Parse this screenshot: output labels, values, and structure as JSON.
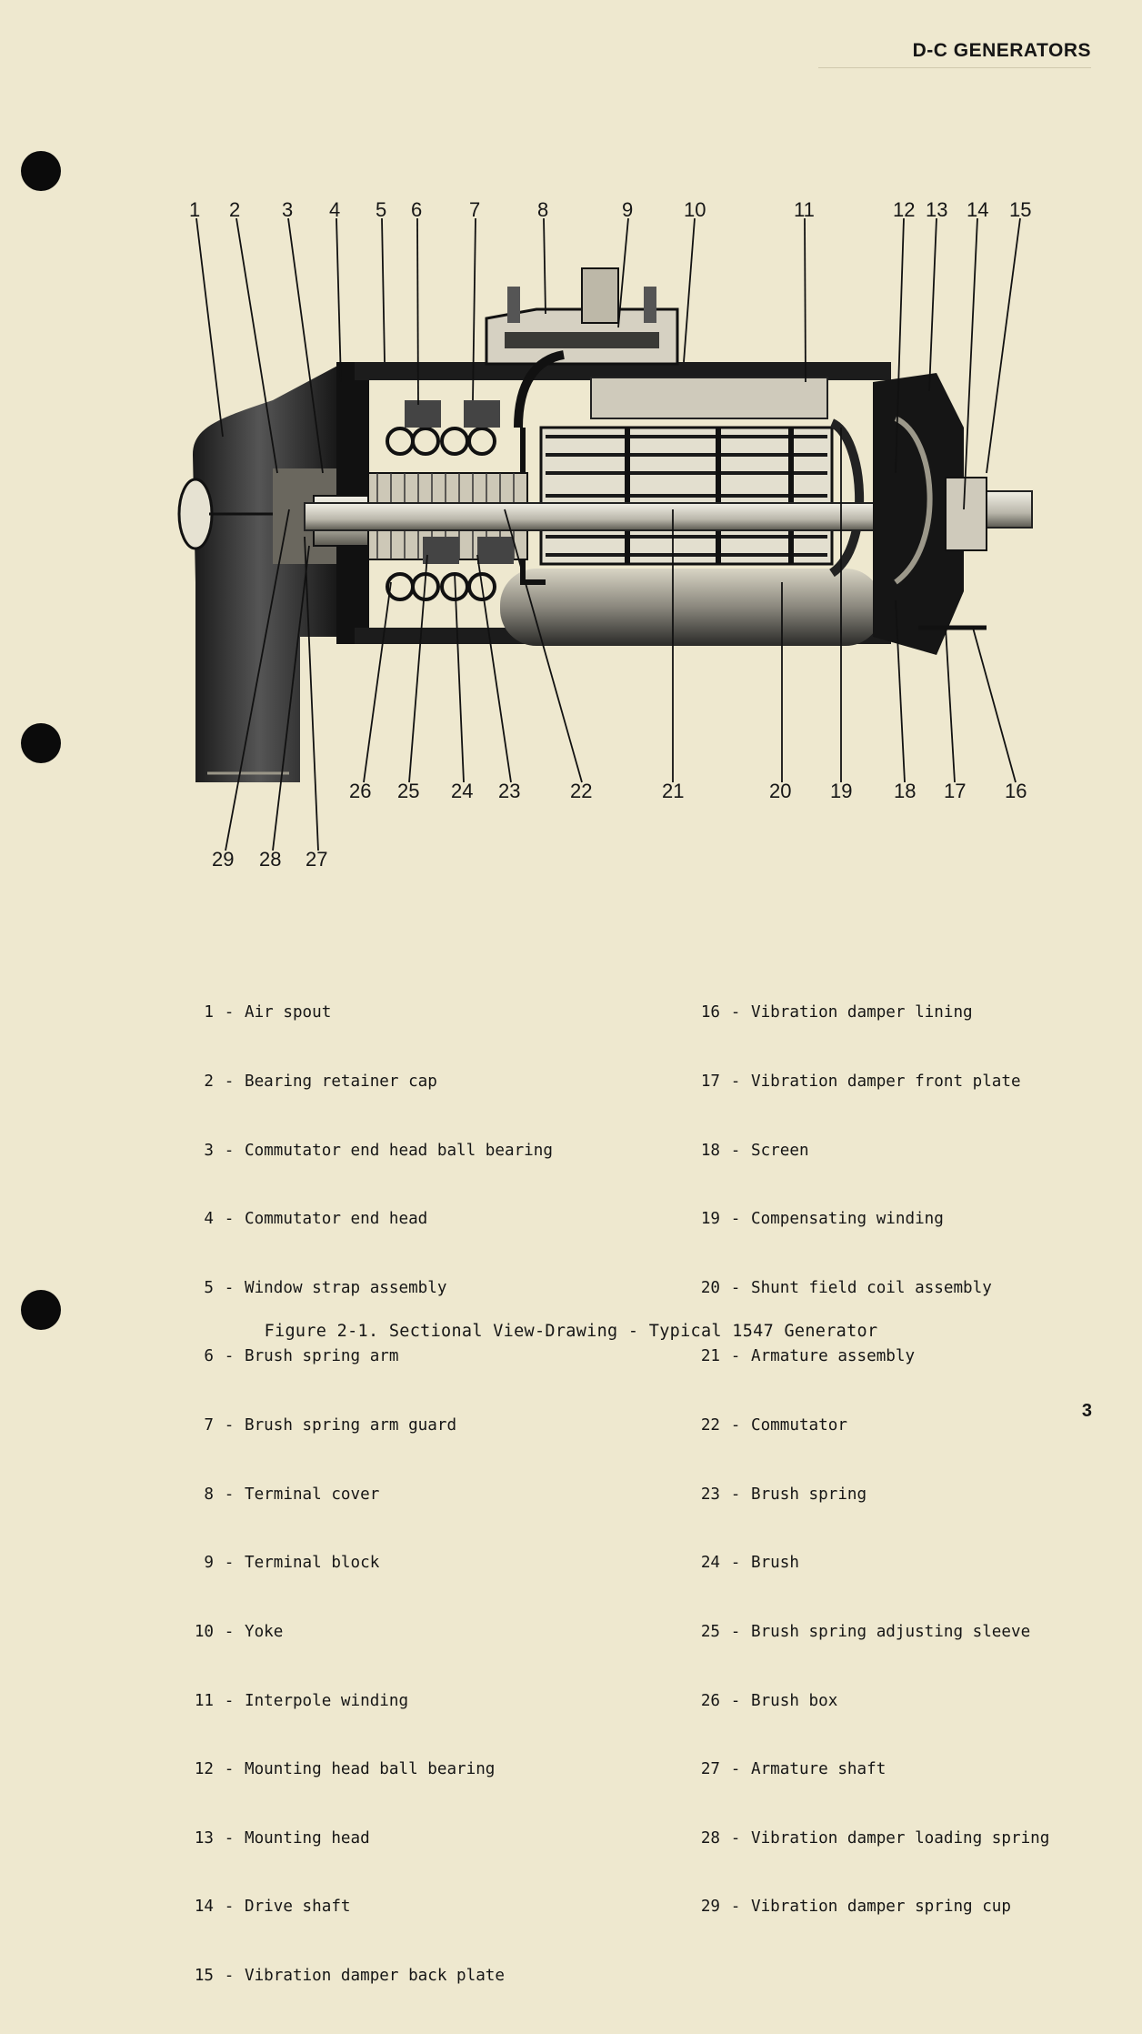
{
  "header": {
    "section_title": "D-C GENERATORS"
  },
  "figure": {
    "caption": "Figure 2-1.  Sectional View-Drawing - Typical 1547 Generator",
    "callouts": [
      "1",
      "2",
      "3",
      "4",
      "5",
      "6",
      "7",
      "8",
      "9",
      "10",
      "11",
      "12",
      "13",
      "14",
      "15",
      "16",
      "17",
      "18",
      "19",
      "20",
      "21",
      "22",
      "23",
      "24",
      "25",
      "26",
      "27",
      "28",
      "29"
    ]
  },
  "legend": {
    "left": [
      {
        "num": "1",
        "label": "Air spout"
      },
      {
        "num": "2",
        "label": "Bearing retainer cap"
      },
      {
        "num": "3",
        "label": "Commutator end head ball bearing"
      },
      {
        "num": "4",
        "label": "Commutator end head"
      },
      {
        "num": "5",
        "label": "Window strap assembly"
      },
      {
        "num": "6",
        "label": "Brush spring arm"
      },
      {
        "num": "7",
        "label": "Brush spring arm guard"
      },
      {
        "num": "8",
        "label": "Terminal cover"
      },
      {
        "num": "9",
        "label": "Terminal block"
      },
      {
        "num": "10",
        "label": "Yoke"
      },
      {
        "num": "11",
        "label": "Interpole winding"
      },
      {
        "num": "12",
        "label": "Mounting head ball bearing"
      },
      {
        "num": "13",
        "label": "Mounting head"
      },
      {
        "num": "14",
        "label": "Drive shaft"
      },
      {
        "num": "15",
        "label": "Vibration damper back plate"
      }
    ],
    "right": [
      {
        "num": "16",
        "label": "Vibration damper lining"
      },
      {
        "num": "17",
        "label": "Vibration damper front plate"
      },
      {
        "num": "18",
        "label": "Screen"
      },
      {
        "num": "19",
        "label": "Compensating winding"
      },
      {
        "num": "20",
        "label": "Shunt field coil assembly"
      },
      {
        "num": "21",
        "label": "Armature assembly"
      },
      {
        "num": "22",
        "label": "Commutator"
      },
      {
        "num": "23",
        "label": "Brush spring"
      },
      {
        "num": "24",
        "label": "Brush"
      },
      {
        "num": "25",
        "label": "Brush spring adjusting sleeve"
      },
      {
        "num": "26",
        "label": "Brush box"
      },
      {
        "num": "27",
        "label": "Armature shaft"
      },
      {
        "num": "28",
        "label": "Vibration damper loading spring"
      },
      {
        "num": "29",
        "label": "Vibration damper spring cup"
      }
    ]
  },
  "page_number": "3"
}
